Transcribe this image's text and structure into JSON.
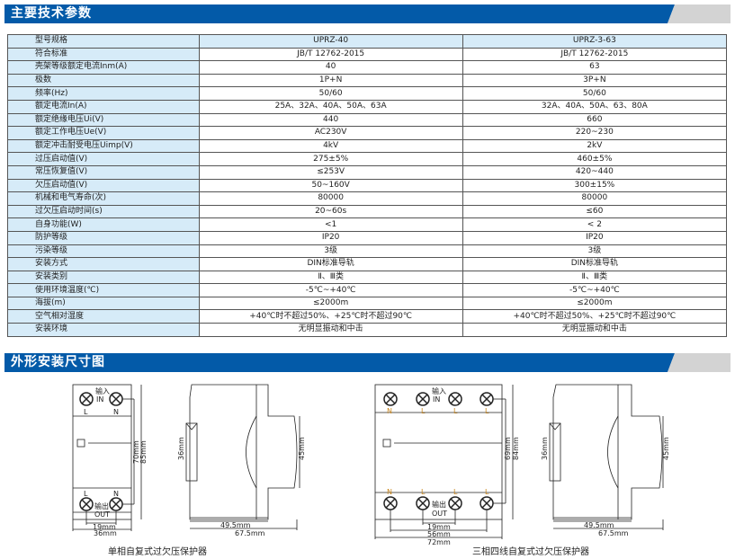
{
  "sections": {
    "specs_title": "主要技术参数",
    "dimensions_title": "外形安装尺寸图"
  },
  "spec_table": {
    "rows": [
      [
        "型号规格",
        "UPRZ-40",
        "UPRZ-3-63"
      ],
      [
        "符合标准",
        "JB/T 12762-2015",
        "JB/T 12762-2015"
      ],
      [
        "壳架等级额定电流Inm(A)",
        "40",
        "63"
      ],
      [
        "极数",
        "1P+N",
        "3P+N"
      ],
      [
        "频率(Hz)",
        "50/60",
        "50/60"
      ],
      [
        "额定电流In(A)",
        "25A、32A、40A、50A、63A",
        "32A、40A、50A、63、80A"
      ],
      [
        "额定绝缘电压Ui(V)",
        "440",
        "660"
      ],
      [
        "额定工作电压Ue(V)",
        "AC230V",
        "220~230"
      ],
      [
        "额定冲击耐受电压Uimp(V)",
        "4kV",
        "2kV"
      ],
      [
        "过压启动值(V)",
        "275±5%",
        "460±5%"
      ],
      [
        "常压恢复值(V)",
        "≤253V",
        "420~440"
      ],
      [
        "欠压启动值(V)",
        "50~160V",
        "300±15%"
      ],
      [
        "机械和电气寿命(次)",
        "80000",
        "80000"
      ],
      [
        "过欠压启动时间(s)",
        "20~60s",
        "≤60"
      ],
      [
        "自身功能(W)",
        "<1",
        "< 2"
      ],
      [
        "防护等级",
        "IP20",
        "IP20"
      ],
      [
        "污染等级",
        "3级",
        "3级"
      ],
      [
        "安装方式",
        "DIN标准导轨",
        "DIN标准导轨"
      ],
      [
        "安装类别",
        "Ⅱ、Ⅲ类",
        "Ⅱ、Ⅲ类"
      ],
      [
        "使用环境温度(℃)",
        "-5℃~+40℃",
        "-5℃~+40℃"
      ],
      [
        "海拔(m)",
        "≤2000m",
        "≤2000m"
      ],
      [
        "空气相对湿度",
        "+40℃时不超过50%、+25℃时不超过90℃",
        "+40℃时不超过50%、+25℃时不超过90℃"
      ],
      [
        "安装环境",
        "无明显振动和中击",
        "无明显振动和中击"
      ]
    ]
  },
  "diagram1": {
    "in_label": "输入",
    "in_en": "IN",
    "out_label": "输出",
    "out_en": "OUT",
    "L": "L",
    "N": "N",
    "h_inner": "70mm",
    "h_outer": "85mm",
    "w_pitch": "19mm",
    "w_total": "36mm",
    "rail": "36mm",
    "side_h": "45mm",
    "depth1": "49.5mm",
    "depth2": "67.5mm",
    "caption": "单相自复式过欠压保护器"
  },
  "diagram2": {
    "in_label": "输入",
    "in_en": "IN",
    "out_label": "输出",
    "out_en": "OUT",
    "L": "L",
    "N": "N",
    "h_inner": "69mm",
    "h_outer": "84mm",
    "w_pitch": "19mm",
    "w_span": "56mm",
    "w_total": "72mm",
    "rail": "36mm",
    "side_h": "45mm",
    "depth1": "49.5mm",
    "depth2": "67.5mm",
    "caption": "三相四线自复式过欠压保护器"
  },
  "colors": {
    "header_blue": "#035aa8",
    "label_cell": "#d6ebf8",
    "terminal_label": "#c8861e"
  }
}
